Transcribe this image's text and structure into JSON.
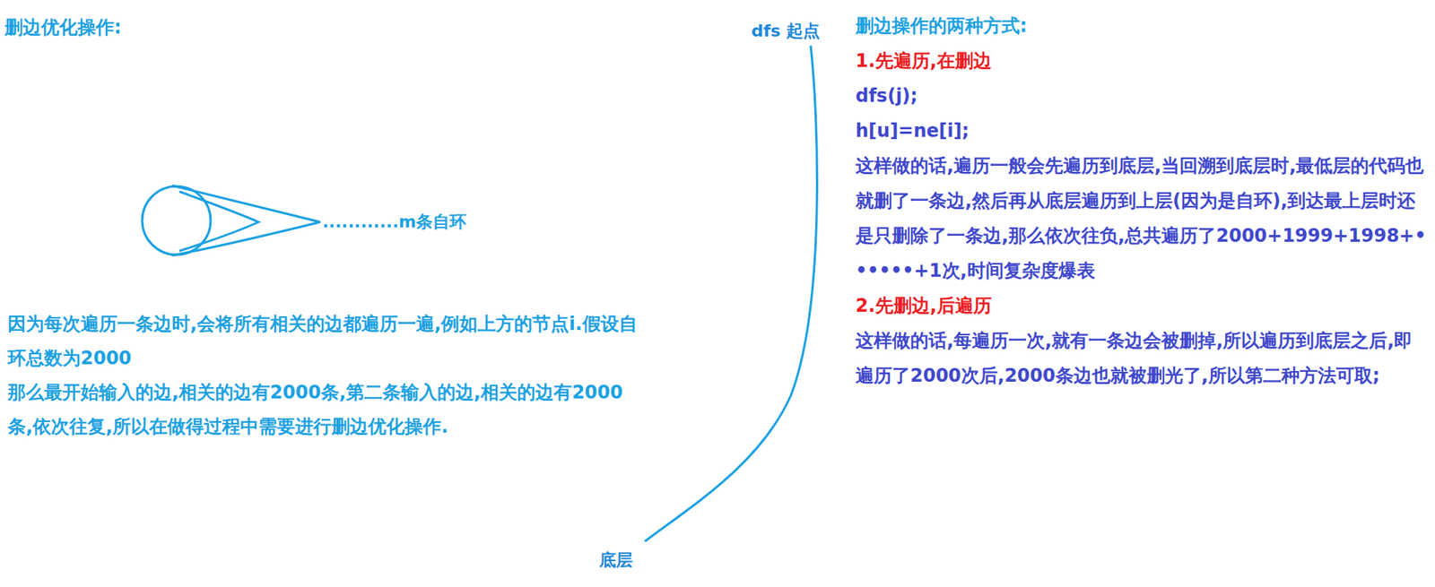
{
  "diagram": {
    "title": "删边优化操作:",
    "labels": [
      "............m条自环",
      "因为每次遍历一条边时,会将所有相关的边都遍历一遍,例如上方的节点i.假设自环总数为2000",
      "那么最开始输入的边,相关的边有2000条,第二条输入的边,相关的边有2000条,依次往复,所以在做得过程中需要进行删边优化操作.",
      "dfs 起点",
      "底层",
      "删边操作的两种方式:",
      "1.先遍历,在删边",
      "dfs(j);",
      "h[u]=ne[i];",
      "这样做的话,遍历一般会先遍历到底层,当回溯到底层时,最低层的代码也就删了一条边,然后再从底层遍历到上层(因为是自环),到达最上层时还是只删除了一条边,那么依次往负,总共遍历了2000+1999+1998+••••••+1次,时间复杂度爆表",
      "2.先删边,后遍历",
      "这样做的话,每遍历一次,就有一条边会被删掉,所以遍历到底层之后,即遍历了2000次后,2000条边也就被删光了,所以第二种方法可取;"
    ]
  }
}
